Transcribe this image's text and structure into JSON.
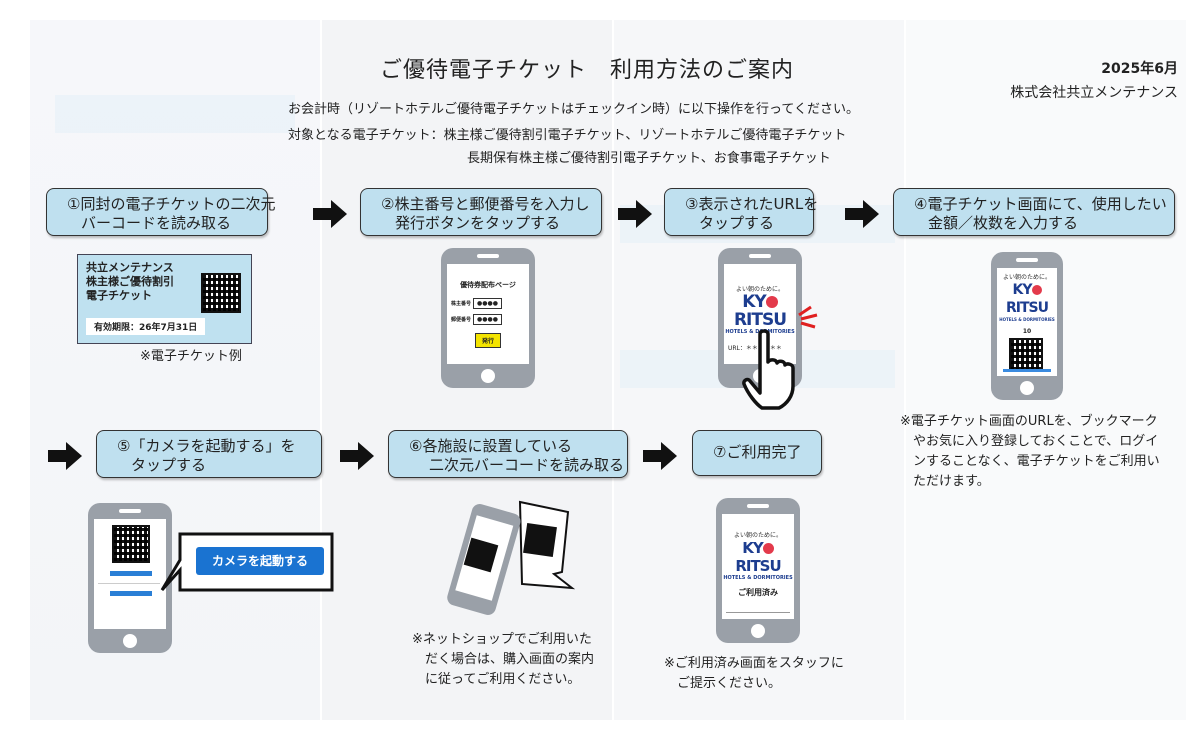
{
  "header": {
    "title": "ご優待電子チケット　利用方法のご案内",
    "date": "2025年6月",
    "company": "株式会社共立メンテナンス",
    "instruction": "お会計時（リゾートホテルご優待電子チケットはチェックイン時）に以下操作を行ってください。",
    "target_label": "対象となる電子チケット：株主様ご優待割引電子チケット、リゾートホテルご優待電子チケット",
    "target_line2": "長期保有株主様ご優待割引電子チケット、お食事電子チケット"
  },
  "steps": [
    {
      "lines": [
        "①同封の電子チケットの二次元",
        "バーコードを読み取る"
      ]
    },
    {
      "lines": [
        "②株主番号と郵便番号を入力し",
        "発行ボタンをタップする"
      ]
    },
    {
      "lines": [
        "③表示されたURLを",
        "タップする"
      ]
    },
    {
      "lines": [
        "④電子チケット画面にて、使用したい",
        "金額／枚数を入力する"
      ]
    },
    {
      "lines": [
        "⑤「カメラを起動する」を",
        "タップする"
      ]
    },
    {
      "lines": [
        "⑥各施設に設置している",
        "二次元バーコードを読み取る"
      ]
    },
    {
      "lines": [
        "⑦ご利用完了"
      ]
    }
  ],
  "ticket_example": {
    "line1": "共立メンテナンス",
    "line2": "株主様ご優待割引",
    "line3": "電子チケット",
    "expiry": "有効期限：26年7月31日",
    "caption": "※電子チケット例"
  },
  "phone2": {
    "page_title": "優待券配布ページ",
    "field1_label": "株主番号",
    "field1_value": "●●●●",
    "field2_label": "郵便番号",
    "field2_value": "●●●●",
    "issue_button": "発行"
  },
  "brand": {
    "tagline": "よい朝のために。",
    "name_left": "KY",
    "name_right": "RITSU",
    "sub": "HOTELS & DORMITORIES"
  },
  "phone3": {
    "url_label": "URL：＊＊＊＊＊＊"
  },
  "phone4": {
    "amount": "10"
  },
  "note4": [
    "※電子チケット画面のURLを、ブックマーク",
    "やお気に入り登録しておくことで、ログイ",
    "ンすることなく、電子チケットをご利用い",
    "ただけます。"
  ],
  "phone5": {
    "camera_button": "カメラを起動する"
  },
  "note6": [
    "※ネットショップでご利用いた",
    "だく場合は、購入画面の案内",
    "に従ってご利用ください。"
  ],
  "phone7": {
    "status": "ご利用済み"
  },
  "note7": [
    "※ご利用済み画面をスタッフに",
    "ご提示ください。"
  ],
  "colors": {
    "step_bg": "#bfe0ef",
    "camera_button": "#1a73d1",
    "issue_button": "#f4e400",
    "brand_blue": "#1d3d8f",
    "brand_red": "#e33a4b"
  }
}
